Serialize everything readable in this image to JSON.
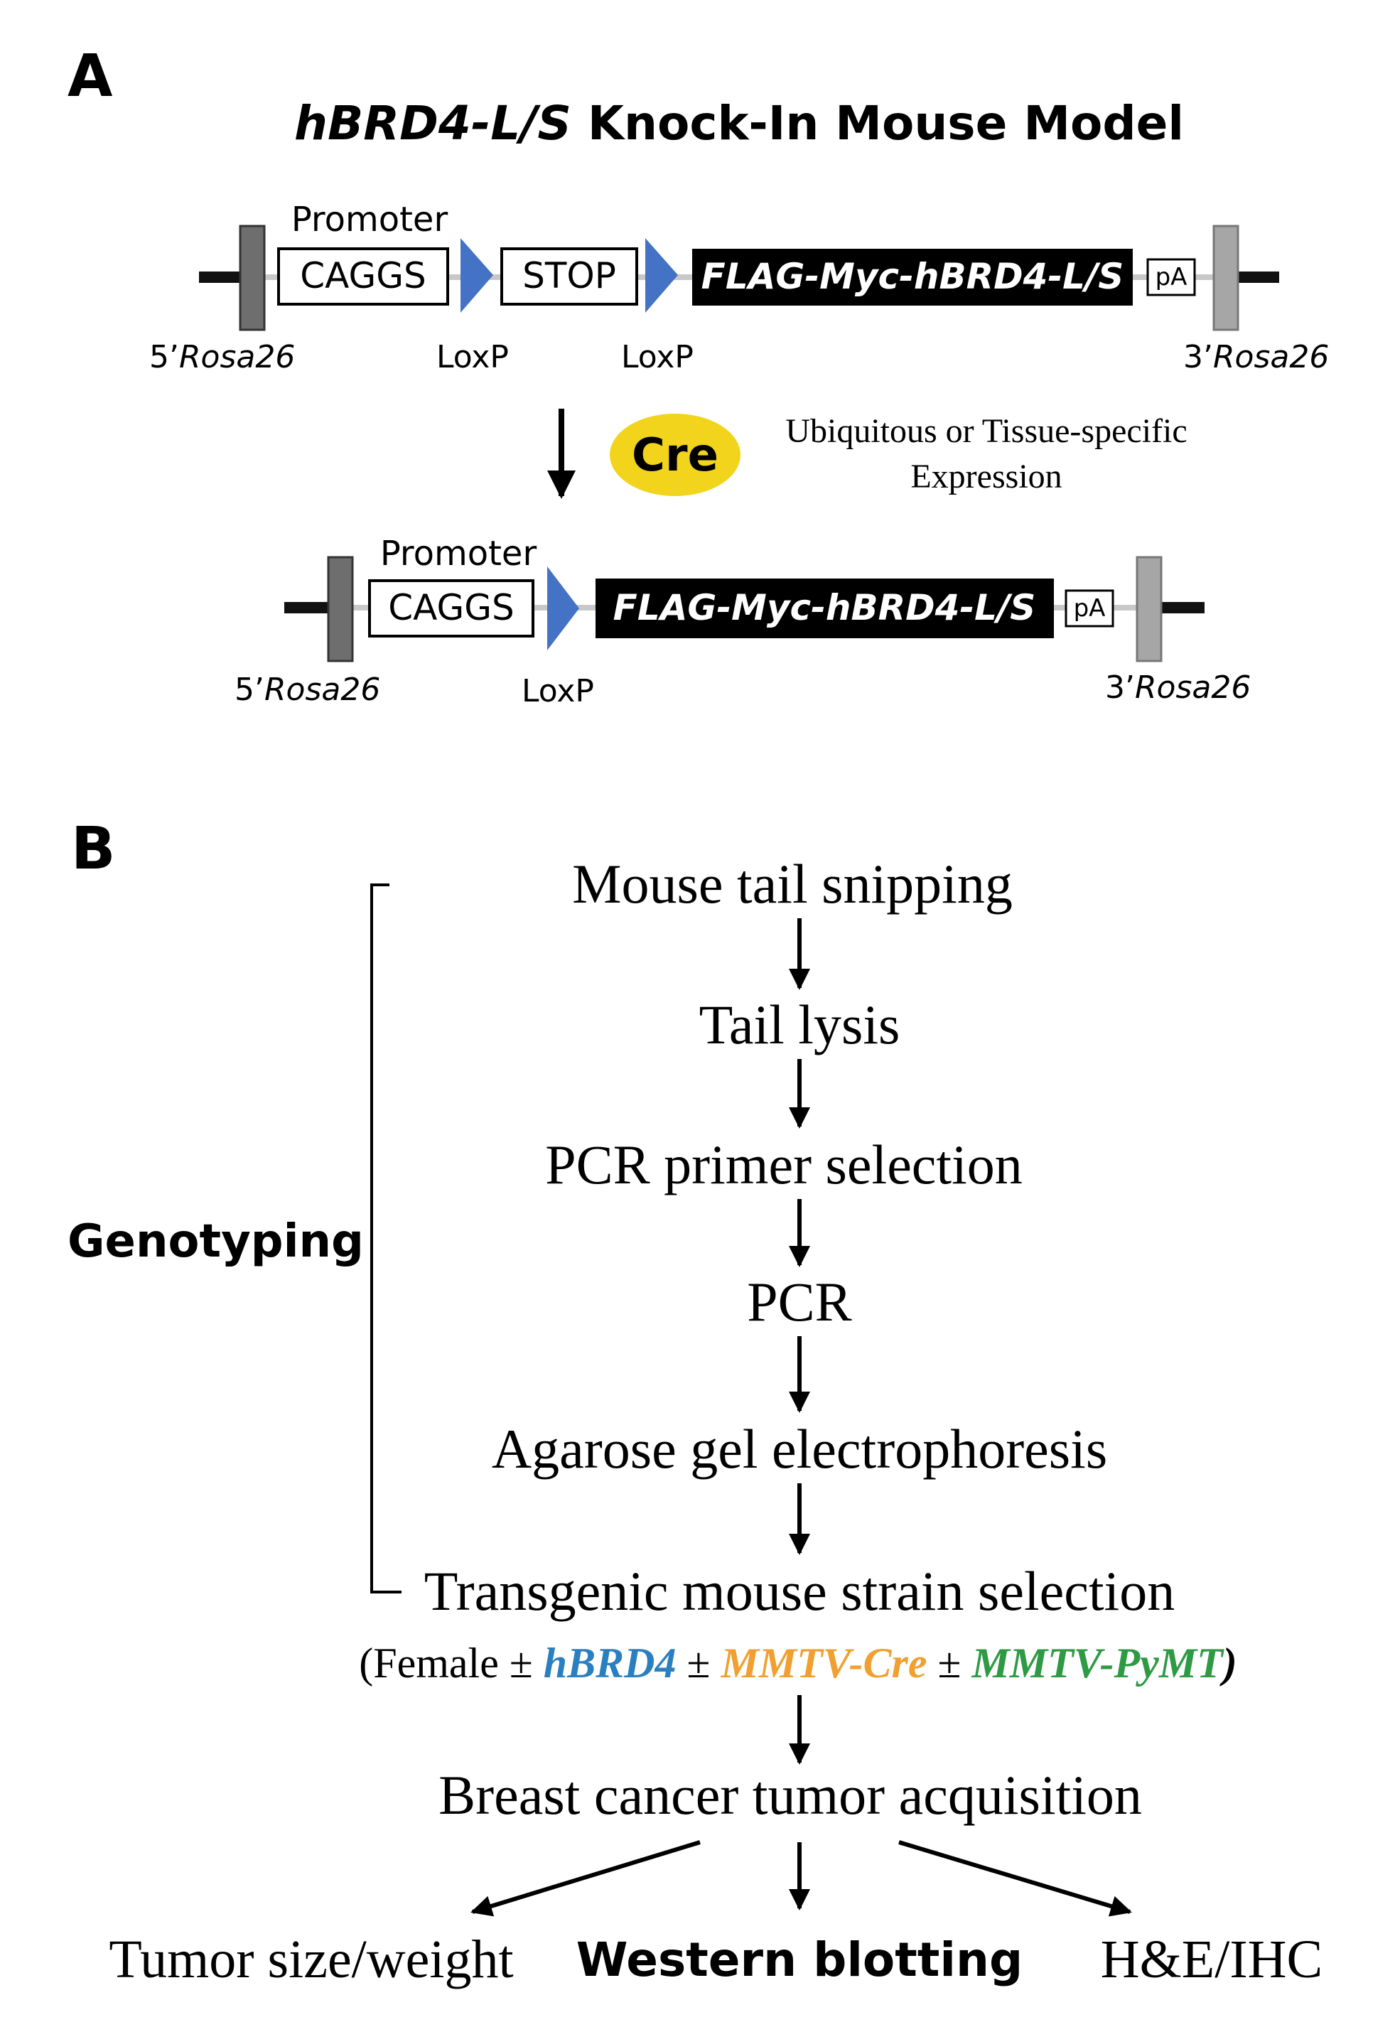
{
  "panel_a": {
    "label": "A",
    "title_italic": "hBRD4-L/S",
    "title_rest": " Knock-In Mouse Model",
    "construct_before": {
      "promoter_label": "Promoter",
      "caggs": "CAGGS",
      "stop": "STOP",
      "gene": "FLAG-Myc-hBRD4-L/S",
      "pa": "pA",
      "rosa5_prefix": "5’",
      "rosa5_italic": "Rosa26",
      "rosa3_prefix": "3’",
      "rosa3_italic": "Rosa26",
      "loxp1": "LoxP",
      "loxp2": "LoxP"
    },
    "cre": {
      "label": "Cre",
      "desc_line1": "Ubiquitous or Tissue-specific",
      "desc_line2": "Expression"
    },
    "construct_after": {
      "promoter_label": "Promoter",
      "caggs": "CAGGS",
      "gene": "FLAG-Myc-hBRD4-L/S",
      "pa": "pA",
      "rosa5_prefix": "5’",
      "rosa5_italic": "Rosa26",
      "rosa3_prefix": "3’",
      "rosa3_italic": "Rosa26",
      "loxp": "LoxP"
    }
  },
  "panel_b": {
    "label": "B",
    "bracket_label": "Genotyping",
    "steps": [
      "Mouse tail snipping",
      "Tail lysis",
      "PCR primer selection",
      "PCR",
      "Agarose gel electrophoresis",
      "Transgenic mouse strain selection"
    ],
    "strain_note": {
      "open": "(Female ± ",
      "hbrd4": "hBRD4",
      "pm1": " ± ",
      "mmtv_cre": "MMTV-Cre",
      "pm2": " ± ",
      "mmtv_pymt": "MMTV-PyMT",
      "close": ")"
    },
    "acquisition": "Breast cancer tumor acquisition",
    "outputs": {
      "left": "Tumor size/weight",
      "center": "Western blotting",
      "right": "H&E/IHC"
    }
  },
  "colors": {
    "loxp": "#4472c4",
    "cre": "#f2d41c",
    "hbrd4": "#2a7fc0",
    "mmtv_cre": "#f0a030",
    "mmtv_pymt": "#2e9a44",
    "rosa_dark": "#6e6e6e",
    "rosa_light": "#a6a6a6",
    "backbone": "#c8c8c8"
  }
}
